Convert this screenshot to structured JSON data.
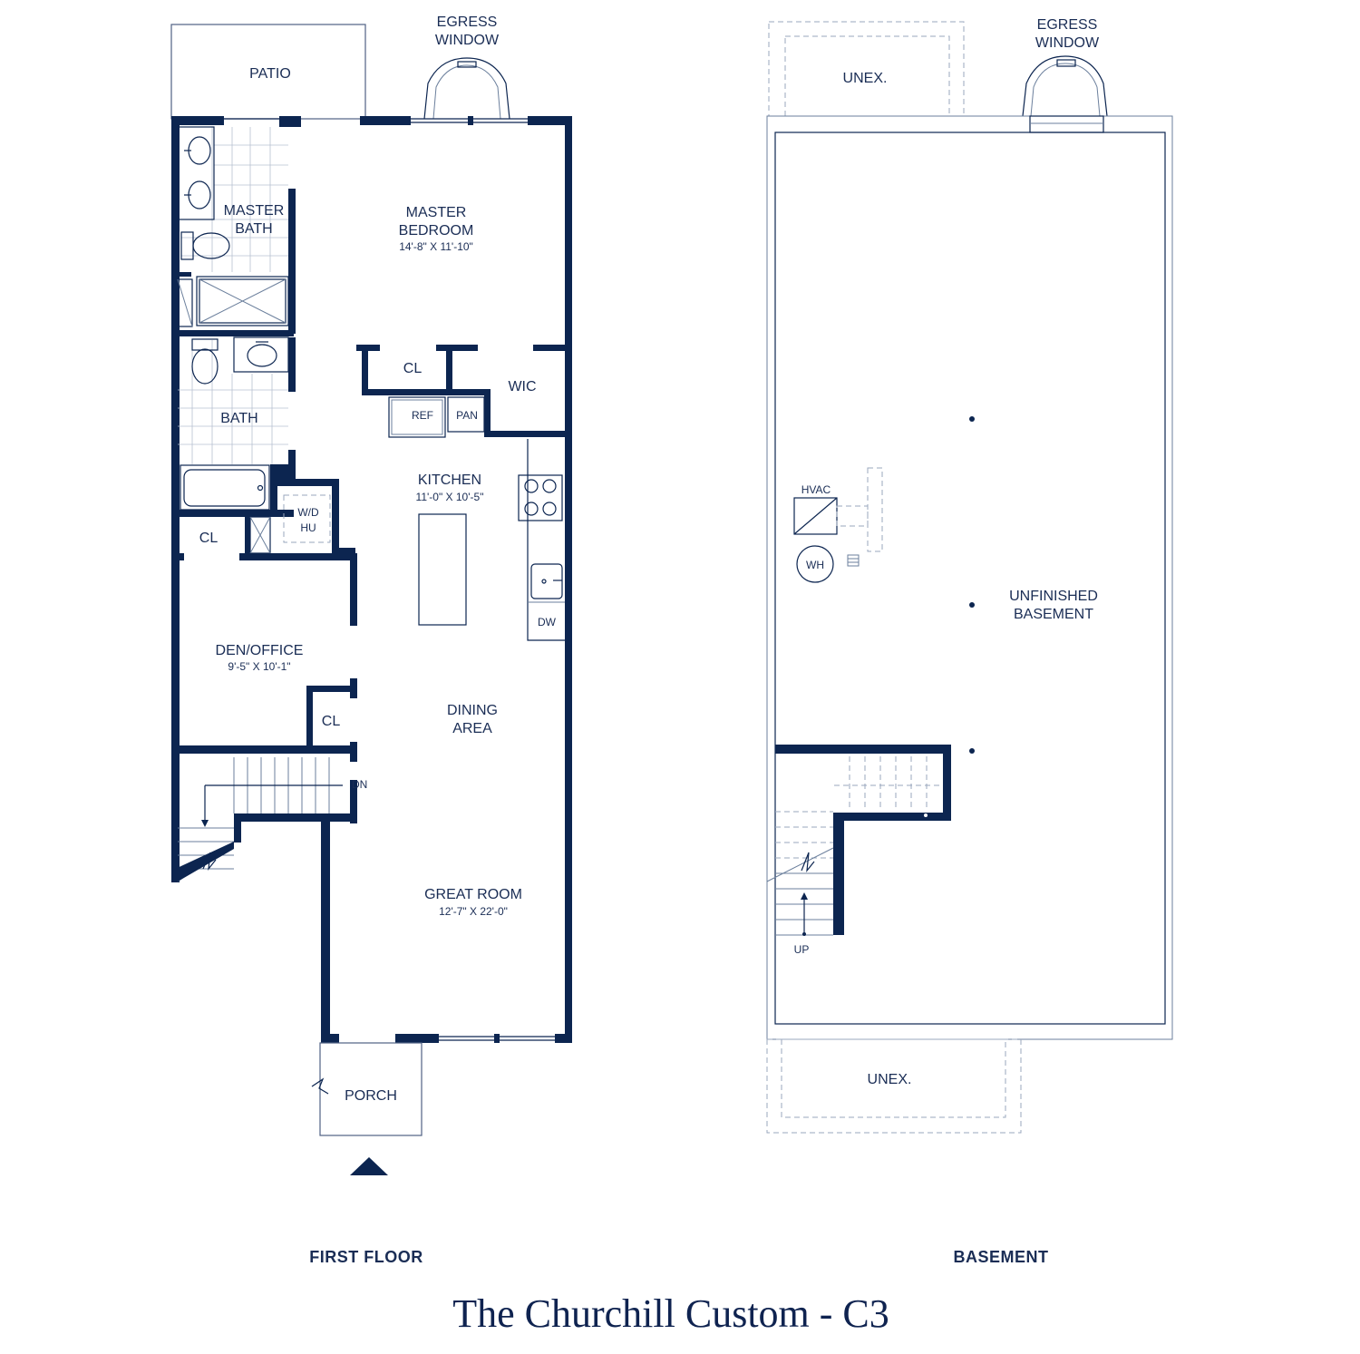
{
  "title": "The Churchill Custom - C3",
  "first_floor": {
    "caption": "FIRST FLOOR",
    "patio": "PATIO",
    "egress_window": [
      "EGRESS",
      "WINDOW"
    ],
    "master_bath": [
      "MASTER",
      "BATH"
    ],
    "master_bedroom": {
      "name": [
        "MASTER",
        "BEDROOM"
      ],
      "dims": "14'-8\" X 11'-10\""
    },
    "bath": "BATH",
    "closet_1": "CL",
    "wic": "WIC",
    "ref": "REF",
    "pan": "PAN",
    "kitchen": {
      "name": "KITCHEN",
      "dims": "11'-0\" X 10'-5\""
    },
    "wd_hu": [
      "W/D",
      "HU"
    ],
    "closet_2": "CL",
    "den_office": {
      "name": "DEN/OFFICE",
      "dims": "9'-5\" X 10'-1\""
    },
    "dw": "DW",
    "dining_area": [
      "DINING",
      "AREA"
    ],
    "closet_3": "CL",
    "dn": "DN",
    "great_room": {
      "name": "GREAT ROOM",
      "dims": "12'-7\" X 22'-0\""
    },
    "porch": "PORCH"
  },
  "basement": {
    "caption": "BASEMENT",
    "unex_top": "UNEX.",
    "egress_window": [
      "EGRESS",
      "WINDOW"
    ],
    "hvac": "HVAC",
    "wh": "WH",
    "unfinished_basement": [
      "UNFINISHED",
      "BASEMENT"
    ],
    "up": "UP",
    "unex_bottom": "UNEX."
  },
  "colors": {
    "wall": "#0c2550",
    "text": "#1a2d55",
    "dashed": "#9aa7bd"
  }
}
